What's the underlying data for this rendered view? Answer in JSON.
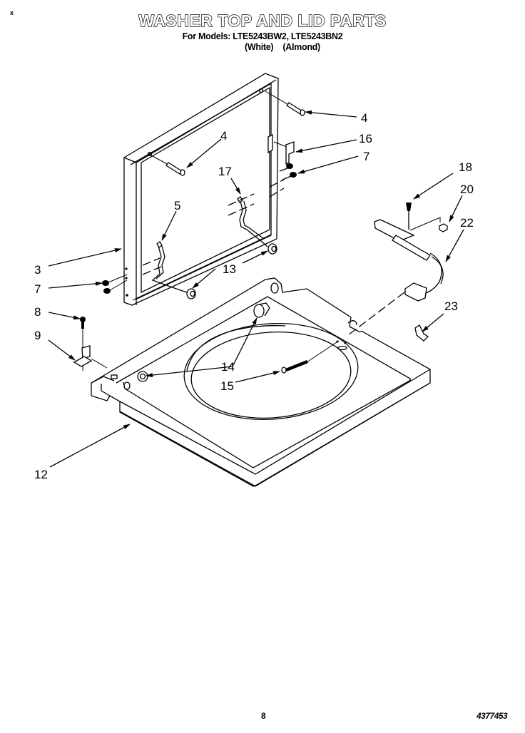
{
  "header": {
    "title": "WASHER TOP AND LID PARTS",
    "models_line": "For Models: LTE5243BW2, LTE5243BN2",
    "colors_line": "(White)  (Almond)"
  },
  "corner_mark": "x",
  "footer": {
    "page_number": "8",
    "document_number": "4377453"
  },
  "callouts": [
    {
      "label": "4",
      "part": "lid-top-right-pin"
    },
    {
      "label": "4",
      "part": "lid-top-left-pin"
    },
    {
      "label": "16",
      "part": "lid-switch-bracket"
    },
    {
      "label": "7",
      "part": "right-screws"
    },
    {
      "label": "17",
      "part": "right-hinge-clip"
    },
    {
      "label": "18",
      "part": "switch-screw"
    },
    {
      "label": "20",
      "part": "nut"
    },
    {
      "label": "22",
      "part": "lid-switch-harness"
    },
    {
      "label": "5",
      "part": "left-hinge-clip"
    },
    {
      "label": "3",
      "part": "lid-frame"
    },
    {
      "label": "7",
      "part": "left-screws"
    },
    {
      "label": "13",
      "part": "hinge-bumpers"
    },
    {
      "label": "8",
      "part": "screw"
    },
    {
      "label": "9",
      "part": "clip"
    },
    {
      "label": "23",
      "part": "wire-clip"
    },
    {
      "label": "14",
      "part": "lid-bumpers"
    },
    {
      "label": "15",
      "part": "screw"
    },
    {
      "label": "12",
      "part": "washer-top"
    }
  ]
}
